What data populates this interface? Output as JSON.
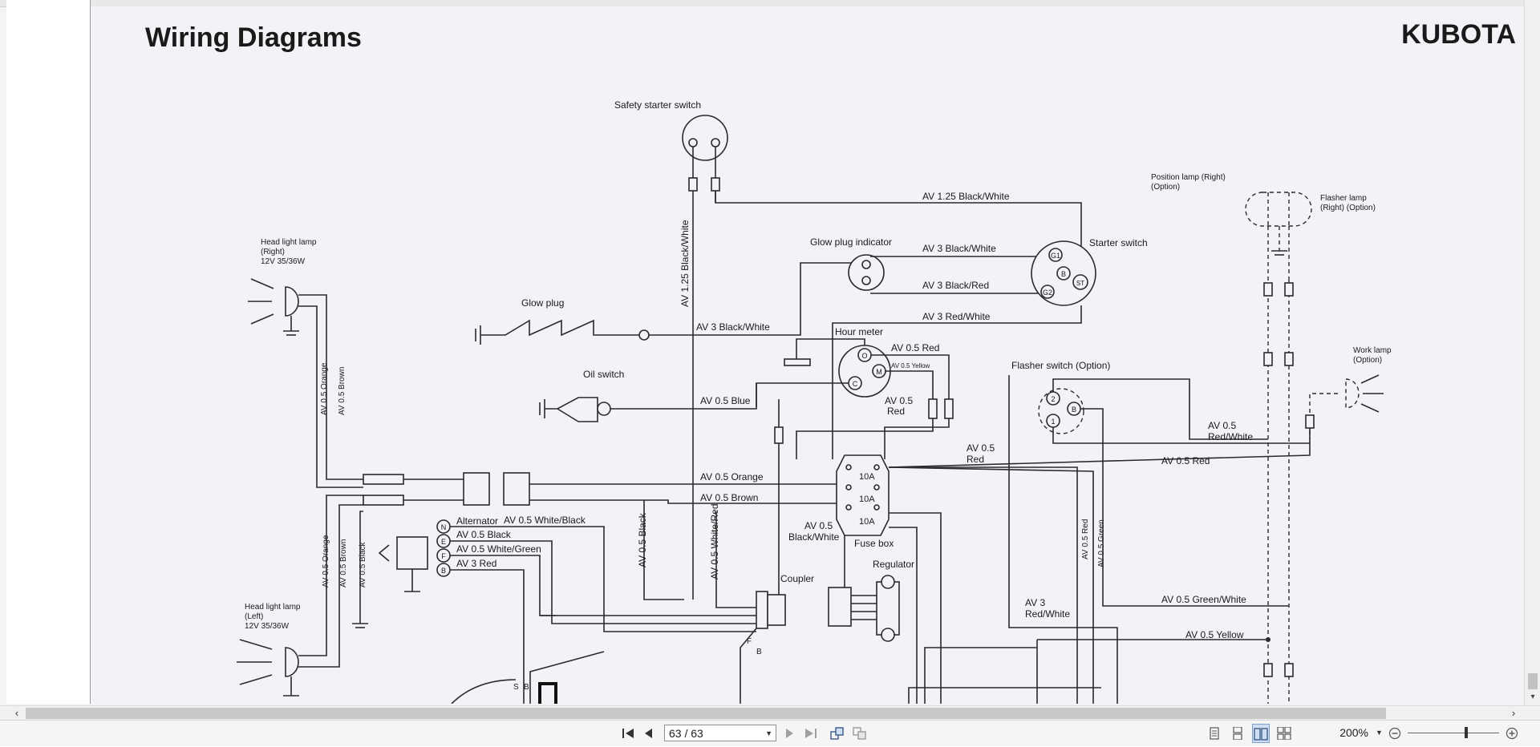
{
  "page": {
    "title": "Wiring Diagrams",
    "brand": "KUBOTA"
  },
  "diagram": {
    "labels": {
      "safety_starter_switch": "Safety starter switch",
      "head_light_right": [
        "Head light lamp",
        "(Right)",
        "12V 35/36W"
      ],
      "head_light_left": [
        "Head light lamp",
        "(Left)",
        "12V 35/36W"
      ],
      "glow_plug": "Glow plug",
      "glow_plug_indicator": "Glow plug indicator",
      "starter_switch": "Starter switch",
      "position_lamp": [
        "Position lamp (Right)",
        "(Option)"
      ],
      "flasher_lamp": [
        "Flasher lamp",
        "(Right) (Option)"
      ],
      "hour_meter": "Hour meter",
      "oil_switch": "Oil switch",
      "flasher_switch": "Flasher switch (Option)",
      "work_lamp": [
        "Work lamp",
        "(Option)"
      ],
      "alternator": "Alternator",
      "coupler": "Coupler",
      "regulator": "Regulator",
      "fuse_box": "Fuse box",
      "fuse_10a": "10A"
    },
    "wires": {
      "av125_bw_top": "AV 1.25 Black/White",
      "av125_bw_vert": "AV 1.25 Black/White",
      "av3_bw_gpi": "AV 3 Black/White",
      "av3_br": "AV 3 Black/Red",
      "av3_bw_glow": "AV 3 Black/White",
      "av3_rw": "AV 3 Red/White",
      "av05_red_hm": "AV 0.5 Red",
      "av05_yellow_hm": "AV 0.5 Yellow",
      "av05_blue": "AV 0.5 Blue",
      "av05_red_a": [
        "AV 0.5",
        "Red"
      ],
      "av05_red_b": [
        "AV 0.5",
        "Red"
      ],
      "av05_red_long": "AV 0.5 Red",
      "av05_rw": [
        "AV 0.5",
        "Red/White"
      ],
      "av05_orange_h": "AV 0.5 Orange",
      "av05_brown_h": "AV 0.5 Brown",
      "av05_wb": "AV 0.5 White/Black",
      "av05_black_alt": "AV 0.5 Black",
      "av05_wg": "AV 0.5 White/Green",
      "av3_red": "AV 3 Red",
      "av05_black_vert": "AV 0.5 Black",
      "av05_wr_vert": "AV 0.5 White/Red",
      "av05_bw_fuse": [
        "AV 0.5",
        "Black/White"
      ],
      "av05_red_vert": "AV 0.5 Red",
      "av05_green_vert": "AV 0.5 Green",
      "av3_rw_low": [
        "AV 3",
        "Red/White"
      ],
      "av05_gw": "AV 0.5 Green/White",
      "av05_yellow_low": "AV 0.5 Yellow",
      "av05_orange_r": "AV 0.5 Orange",
      "av05_brown_r": "AV 0.5 Brown",
      "av05_orange_l": "AV 0.5 Orange",
      "av05_brown_l": "AV 0.5 Brown",
      "av05_black_l": "AV 0.5 Black"
    },
    "terminals": {
      "g1": "G1",
      "g2": "G2",
      "b": "B",
      "st": "ST",
      "o": "O",
      "m": "M",
      "c": "C",
      "n": "N",
      "e": "E",
      "f": "F",
      "b2": "B",
      "two": "2",
      "one": "1",
      "b3": "B",
      "s": "S",
      "b4": "B",
      "f2": "F",
      "b5": "B"
    }
  },
  "toolbar": {
    "page_indicator": "63 / 63",
    "zoom": "200%"
  },
  "icons": {
    "first": "first-page-icon",
    "prev": "prev-page-icon",
    "next": "next-page-icon",
    "last": "last-page-icon"
  }
}
